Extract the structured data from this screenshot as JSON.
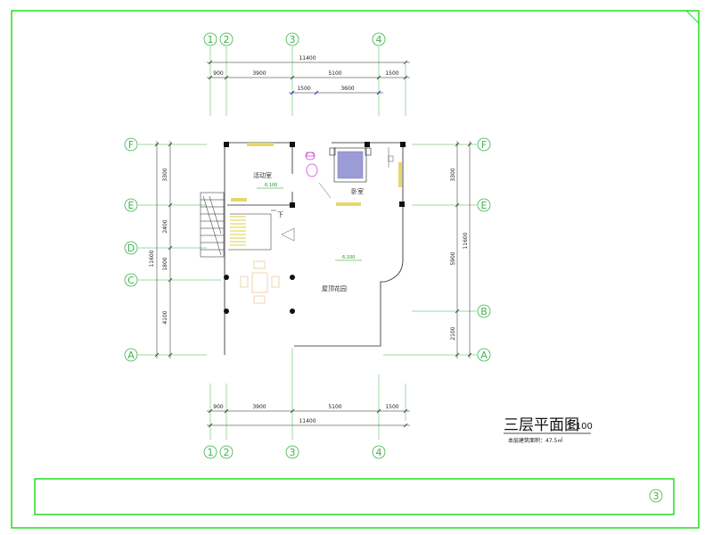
{
  "colors": {
    "frame": "#22dd22",
    "axis": "#3cb44b",
    "wall": "#222222",
    "furniture_yellow": "#e8d66a",
    "sanitary_magenta": "#d048d0",
    "dimension_blue": "#1a1aff"
  },
  "drawing": {
    "title": "三层平面图",
    "scale": "1:100",
    "area_note": "本层建筑面积：47.5㎡",
    "sheet_number": "3"
  },
  "axes": {
    "columns": [
      "1",
      "2",
      "3",
      "4"
    ],
    "rows": [
      "F",
      "E",
      "D",
      "C",
      "B",
      "A"
    ]
  },
  "dimensions": {
    "top_total": "11400",
    "top_spans": [
      "900",
      "3900",
      "5100",
      "1500"
    ],
    "top_sub_spans": [
      "1500",
      "3600"
    ],
    "bottom_spans": [
      "900",
      "3900",
      "5100",
      "1500"
    ],
    "bottom_total": "11400",
    "left_spans": [
      "3300",
      "2400",
      "1800",
      "4100"
    ],
    "left_total": "11600",
    "right_spans": [
      "3300",
      "5900",
      "2100"
    ],
    "right_total": "11600"
  },
  "rooms": {
    "activity": "活动室",
    "bedroom": "卧室",
    "roof_garden": "屋顶花园",
    "stair_down": "下",
    "level_activity": "6.100",
    "level_garden": "6.100"
  }
}
